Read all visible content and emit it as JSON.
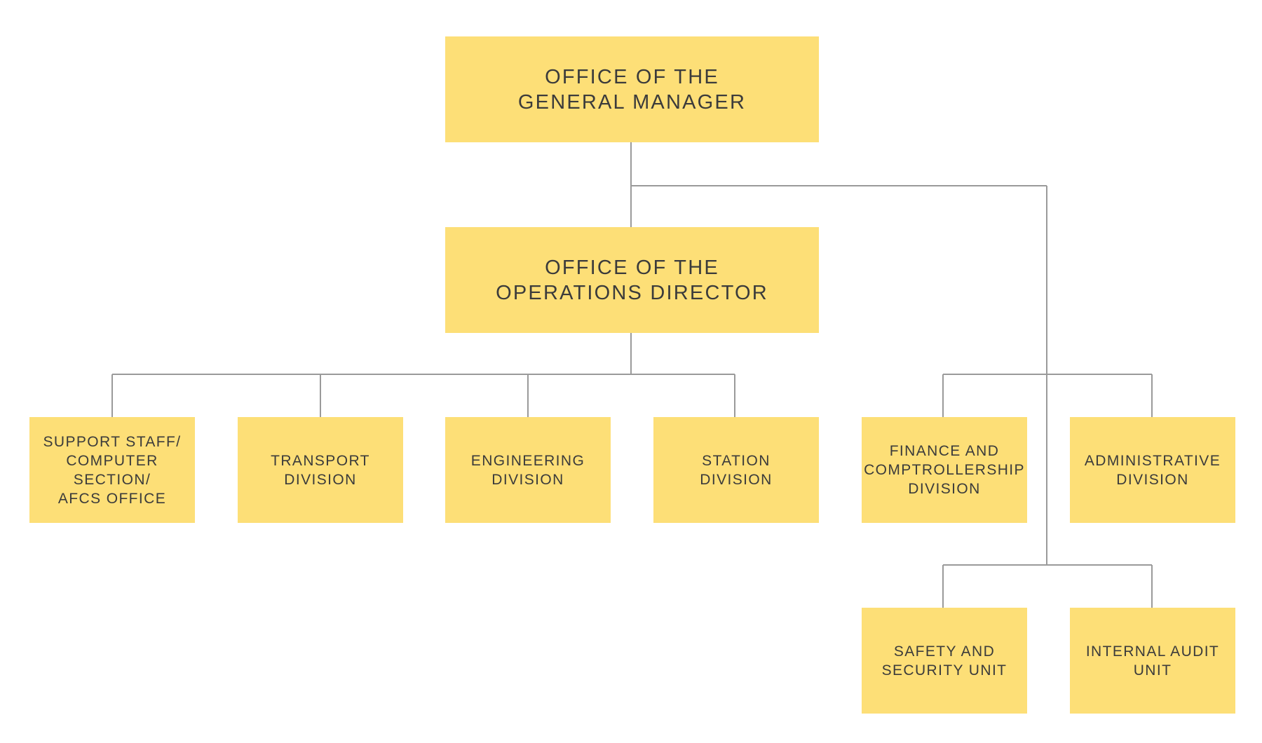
{
  "chart": {
    "nodes": [
      {
        "id": "general-manager",
        "size": "big",
        "lines": [
          "OFFICE OF THE",
          "GENERAL MANAGER"
        ]
      },
      {
        "id": "operations-director",
        "size": "big",
        "lines": [
          "OFFICE OF THE",
          "OPERATIONS DIRECTOR"
        ]
      },
      {
        "id": "support-staff",
        "size": "small",
        "lines": [
          "SUPPORT STAFF/",
          "COMPUTER",
          "SECTION/",
          "AFCS OFFICE"
        ]
      },
      {
        "id": "transport-division",
        "size": "small",
        "lines": [
          "TRANSPORT",
          "DIVISION"
        ]
      },
      {
        "id": "engineering-division",
        "size": "small",
        "lines": [
          "ENGINEERING",
          "DIVISION"
        ]
      },
      {
        "id": "station-division",
        "size": "small",
        "lines": [
          "STATION",
          "DIVISION"
        ]
      },
      {
        "id": "finance-division",
        "size": "small",
        "lines": [
          "FINANCE AND",
          "COMPTROLLERSHIP",
          "DIVISION"
        ]
      },
      {
        "id": "administrative-division",
        "size": "small",
        "lines": [
          "ADMINISTRATIVE",
          "DIVISION"
        ]
      },
      {
        "id": "safety-security-unit",
        "size": "small",
        "lines": [
          "SAFETY AND",
          "SECURITY UNIT"
        ]
      },
      {
        "id": "internal-audit-unit",
        "size": "small",
        "lines": [
          "INTERNAL AUDIT",
          "UNIT"
        ]
      }
    ],
    "edges": [
      {
        "from": "general-manager",
        "to": "operations-director"
      },
      {
        "from": "general-manager",
        "to": "finance-division"
      },
      {
        "from": "general-manager",
        "to": "administrative-division"
      },
      {
        "from": "general-manager",
        "to": "safety-security-unit"
      },
      {
        "from": "general-manager",
        "to": "internal-audit-unit"
      },
      {
        "from": "operations-director",
        "to": "support-staff"
      },
      {
        "from": "operations-director",
        "to": "transport-division"
      },
      {
        "from": "operations-director",
        "to": "engineering-division"
      },
      {
        "from": "operations-director",
        "to": "station-division"
      }
    ],
    "colors": {
      "box_fill": "#FDDF77",
      "text": "#3b3b3b",
      "connector": "#9a9a9a"
    }
  }
}
